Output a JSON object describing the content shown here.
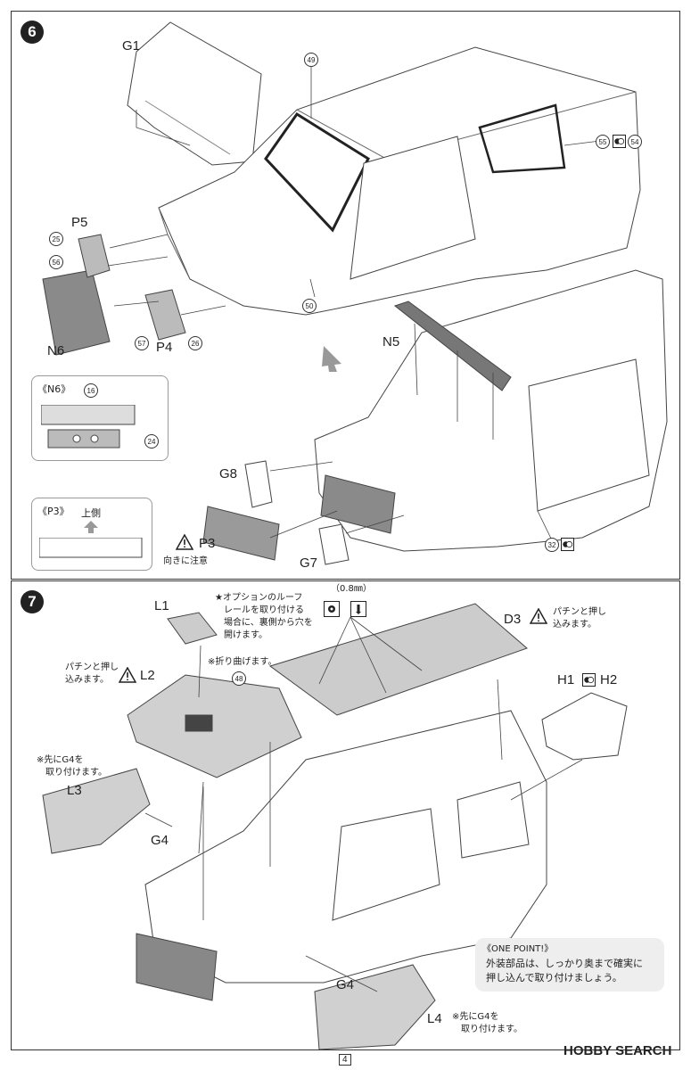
{
  "steps": {
    "s6": "6",
    "s7": "7"
  },
  "step6": {
    "parts": {
      "g1": "G1",
      "p5": "P5",
      "n6": "N6",
      "p4": "P4",
      "n5": "N5",
      "g8": "G8",
      "p3": "P3",
      "g7": "G7"
    },
    "colors": {
      "c49": "49",
      "c55": "55",
      "c54": "54",
      "c25": "25",
      "c56": "56",
      "c57": "57",
      "c26": "26",
      "c50": "50",
      "c16": "16",
      "c24": "24",
      "c32": "32"
    },
    "inset_n6": {
      "title": "《N6》"
    },
    "inset_p3": {
      "title": "《P3》",
      "up_label": "上側"
    },
    "p3_note": "向きに注意"
  },
  "step7": {
    "parts": {
      "l1": "L1",
      "l2": "L2",
      "d3": "D3",
      "h1": "H1",
      "h2": "H2",
      "l3": "L3",
      "g4a": "G4",
      "g4b": "G4",
      "l4": "L4"
    },
    "colors": {
      "c48": "48"
    },
    "drill_size": "（0.8㎜）",
    "notes": {
      "roof_rail": [
        "★オプションのルーフ",
        "レールを取り付ける",
        "場合に、裏側から穴を",
        "開けます。"
      ],
      "l2_press": [
        "パチンと押し",
        "込みます。"
      ],
      "d3_press": [
        "パチンと押し",
        "込みます。"
      ],
      "fold": "※折り曲げます。",
      "g4_first_a": [
        "※先にG4を",
        "取り付けます。"
      ],
      "g4_first_b": [
        "※先にG4を",
        "取り付けます。"
      ]
    },
    "one_point": {
      "title": "《ONE POINT!》",
      "lines": [
        "外装部品は、しっかり奥まで確実に",
        "押し込んで取り付けましょう。"
      ]
    }
  },
  "footer": {
    "page": "4",
    "logo": "HOBBY SEARCH"
  }
}
